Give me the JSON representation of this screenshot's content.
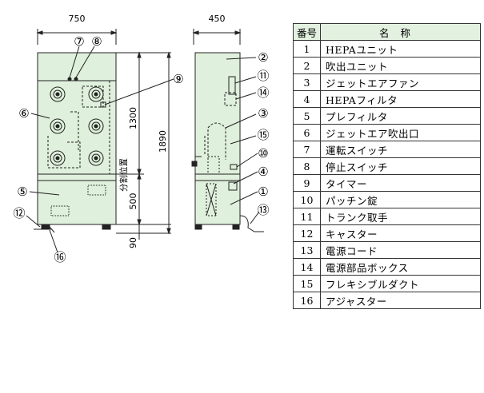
{
  "front_view": {
    "width_dim": "750",
    "height_top_dim": "1300",
    "height_bottom_dim": "500",
    "total_height_dim": "1890",
    "base_dim": "90",
    "split_label": "分割位置"
  },
  "side_view": {
    "width_dim": "450"
  },
  "callouts": [
    "⑦",
    "⑧",
    "⑨",
    "⑥",
    "⑤",
    "⑫",
    "⑯",
    "②",
    "⑪",
    "⑭",
    "③",
    "⑮",
    "⑩",
    "④",
    "①",
    "⑬"
  ],
  "table": {
    "header_no": "番号",
    "header_name": "名称",
    "rows": [
      {
        "no": "1",
        "name": "HEPAユニット"
      },
      {
        "no": "2",
        "name": "吹出ユニット"
      },
      {
        "no": "3",
        "name": "ジェットエアファン"
      },
      {
        "no": "4",
        "name": "HEPAフィルタ"
      },
      {
        "no": "5",
        "name": "プレフィルタ"
      },
      {
        "no": "6",
        "name": "ジェットエア吹出口"
      },
      {
        "no": "7",
        "name": "運転スイッチ"
      },
      {
        "no": "8",
        "name": "停止スイッチ"
      },
      {
        "no": "9",
        "name": "タイマー"
      },
      {
        "no": "10",
        "name": "パッチン錠"
      },
      {
        "no": "11",
        "name": "トランク取手"
      },
      {
        "no": "12",
        "name": "キャスター"
      },
      {
        "no": "13",
        "name": "電源コード"
      },
      {
        "no": "14",
        "name": "電源部品ボックス"
      },
      {
        "no": "15",
        "name": "フレキシブルダクト"
      },
      {
        "no": "16",
        "name": "アジャスター"
      }
    ]
  },
  "colors": {
    "panel_fill": "#dff0dc",
    "table_header_fill": "#e3f1e1",
    "line": "#222222"
  }
}
